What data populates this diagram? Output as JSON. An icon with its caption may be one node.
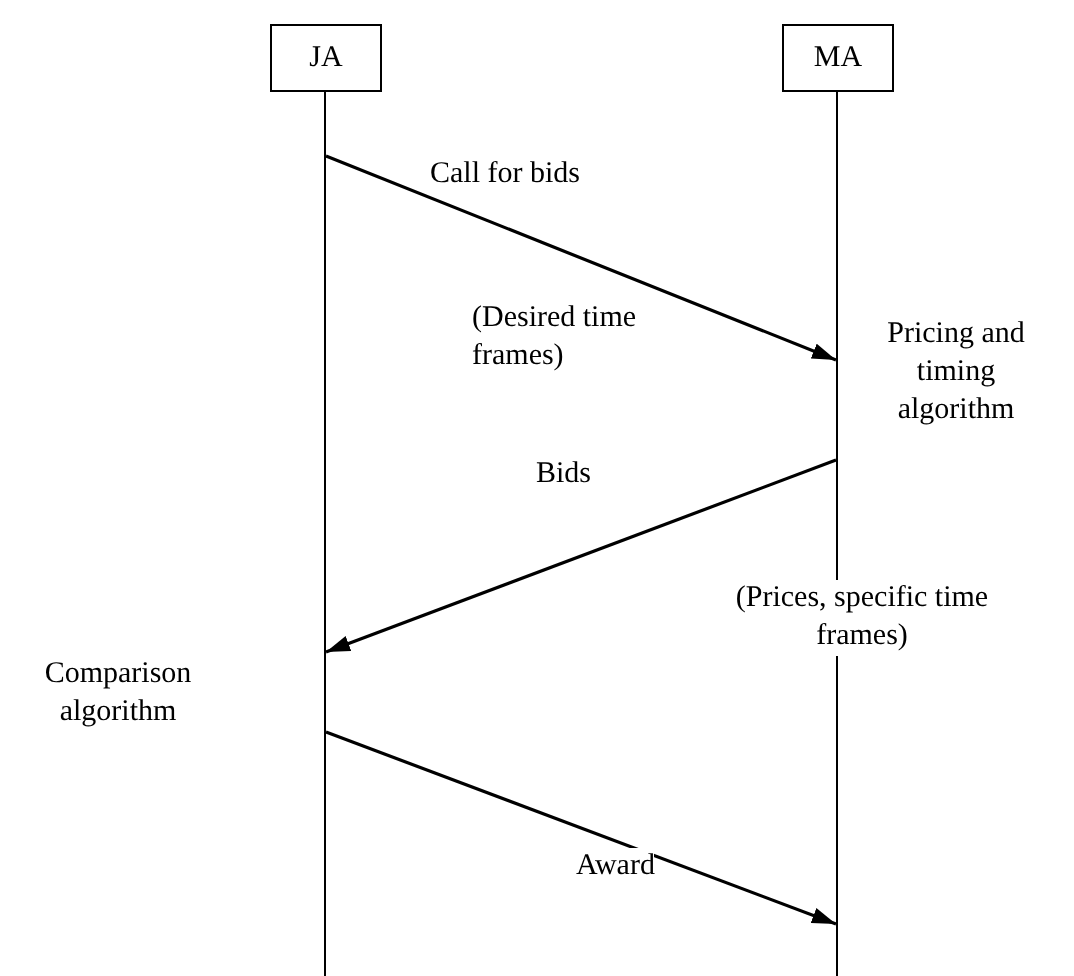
{
  "diagram": {
    "nodes": [
      {
        "text": [
          "JA"
        ]
      },
      {
        "text": [
          "MA"
        ]
      },
      {
        "text": [],
        "shape": "bar"
      },
      {
        "text": [],
        "shape": "bar"
      }
    ],
    "edges": [
      {
        "from": 2,
        "to": 3,
        "arrow": "to",
        "label": "Call for bids"
      },
      {
        "from": 3,
        "to": 2,
        "arrow": "to",
        "label": "Bids"
      },
      {
        "from": 2,
        "to": 3,
        "arrow": "to",
        "label": "Award"
      }
    ],
    "labels": [
      "(Desired time frames)",
      "Pricing and timing algorithm",
      "(Prices, specific time frames)",
      "Comparison algorithm"
    ]
  }
}
